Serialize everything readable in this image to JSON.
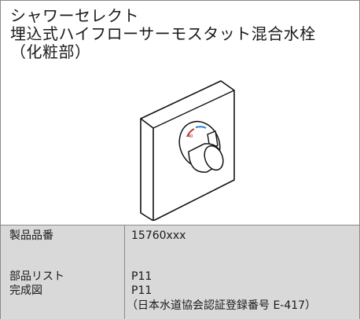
{
  "title": {
    "line1": "シャワーセレクト",
    "line2": "埋込式ハイフローサーモスタット混合水栓",
    "line3": "（化粧部）"
  },
  "product_image": {
    "icon": "thermostatic-mixer-faucet-icon",
    "dial_colors": {
      "hot": "#d9302a",
      "cold": "#2a7fd9"
    }
  },
  "specs": {
    "product_number_label": "製品品番",
    "product_number_value": "15760xxx",
    "parts_list_label": "部品リスト",
    "parts_list_value": "P11",
    "drawing_label": "完成図",
    "drawing_value": "P11",
    "certification_note": "（日本水道協会認証登録番号 E-417）"
  }
}
